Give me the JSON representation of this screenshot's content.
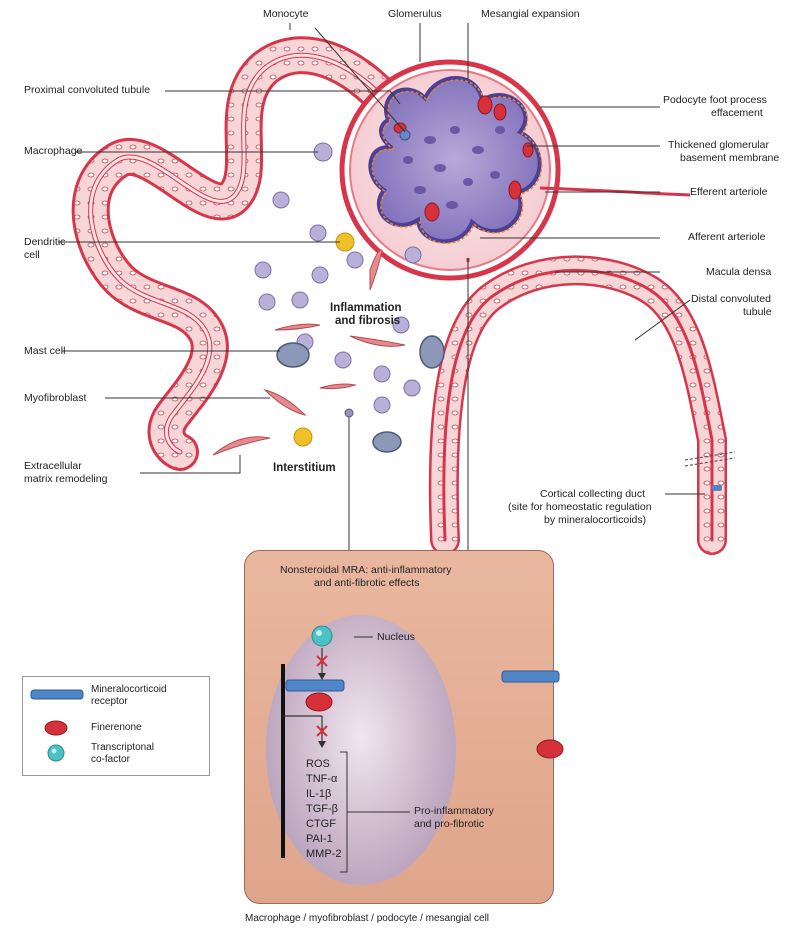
{
  "labels": {
    "monocyte": "Monocyte",
    "glomerulus": "Glomerulus",
    "mesangial_expansion": "Mesangial expansion",
    "proximal_tubule": "Proximal convoluted tubule",
    "podocyte_line1": "Podocyte foot process",
    "podocyte_line2": "effacement",
    "gbm_line1": "Thickened glomerular",
    "gbm_line2": "basement membrane",
    "macrophage": "Macrophage",
    "efferent": "Efferent arteriole",
    "dendritic_line1": "Dendritic",
    "dendritic_line2": "cell",
    "afferent": "Afferent arteriole",
    "macula_densa": "Macula densa",
    "distal_line1": "Distal convoluted",
    "distal_line2": "tubule",
    "inflammation_line1": "Inflammation",
    "inflammation_line2": "and fibrosis",
    "mast_cell": "Mast cell",
    "myofibroblast": "Myofibroblast",
    "ecm_line1": "Extracellular",
    "ecm_line2": "matrix remodeling",
    "interstitium": "Interstitium",
    "ccd_line1": "Cortical collecting duct",
    "ccd_line2": "(site for homeostatic regulation",
    "ccd_line3": "by mineralocorticoids)",
    "mra_line1": "Nonsteroidal MRA: anti-inflammatory",
    "mra_line2": "and anti-fibrotic effects",
    "nucleus": "Nucleus",
    "pro_line1": "Pro-inflammatory",
    "pro_line2": "and pro-fibrotic",
    "bottom_caption": "Macrophage / myofibroblast / podocyte / mesangial cell"
  },
  "mediators": [
    "ROS",
    "TNF-α",
    "IL-1β",
    "TGF-β",
    "CTGF",
    "PAI-1",
    "MMP-2"
  ],
  "legend": {
    "mr_line1": "Mineralocorticoid",
    "mr_line2": "receptor",
    "finerenone": "Finerenone",
    "tcf_line1": "Transcriptonal",
    "tcf_line2": "co-factor"
  },
  "colors": {
    "tubule_wall": "#d8354a",
    "tubule_fill": "#f6d2d4",
    "glomerulus_purple": "#6a5aa8",
    "receptor_blue": "#4f86c8",
    "finerenone_red": "#d6303a",
    "cofactor_teal": "#4cc2c4",
    "cell_box": "#e3ab91"
  }
}
